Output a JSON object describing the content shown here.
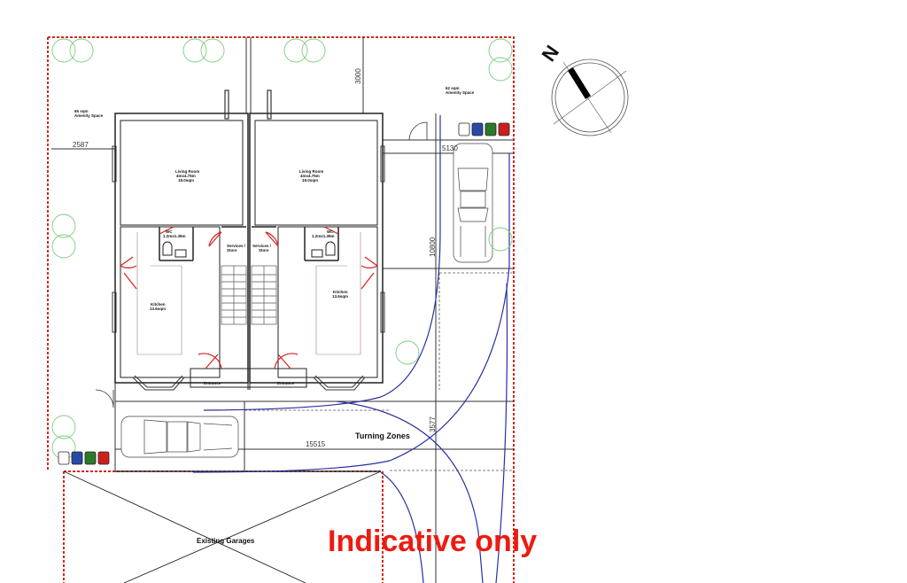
{
  "drawing": {
    "type": "site plan",
    "stamp": "Indicative only",
    "colors": {
      "boundary": "#d42a20",
      "walls": "#222222",
      "doors": "#d81e1e",
      "turning_paths": "#2a2fa0",
      "trees": "#7ccc7c",
      "stamp": "#ee1a10",
      "bins": [
        "#ffffff",
        "#2a48a8",
        "#2a7a2a",
        "#cc2020"
      ]
    }
  },
  "compass": {
    "label": "N",
    "icon": "north-arrow-icon"
  },
  "amenity": [
    {
      "area": "65 sqm",
      "label": "Amenity Space"
    },
    {
      "area": "62 sqm",
      "label": "Amenity Space"
    }
  ],
  "dimensions": {
    "left_setback": "2587",
    "rear_garden": "3000",
    "right_width": "5130",
    "parking_length": "10800",
    "road_length": "15515",
    "road_width": "3577"
  },
  "rooms": {
    "living_left": {
      "name": "Living Room",
      "size": "4mx4.75m",
      "area": "19.0sqm"
    },
    "living_right": {
      "name": "Living Room",
      "size": "4mx4.75m",
      "area": "19.0sqm"
    },
    "wc_left": {
      "name": "WC",
      "size": "1.2mx1.39m"
    },
    "wc_right": {
      "name": "WC",
      "size": "1.2mx1.39m"
    },
    "services_left": {
      "name": "Services /",
      "name2": "Store"
    },
    "services_right": {
      "name": "Services /",
      "name2": "Store"
    },
    "kitchen_left": {
      "name": "Kitchen",
      "area": "13.6sqm"
    },
    "kitchen_right": {
      "name": "Kitchen",
      "area": "13.6sqm"
    },
    "entrance_left": "Entrance",
    "entrance_right": "Entrance"
  },
  "zones": {
    "turning": "Turning Zones",
    "garages": "Existing Garages"
  }
}
